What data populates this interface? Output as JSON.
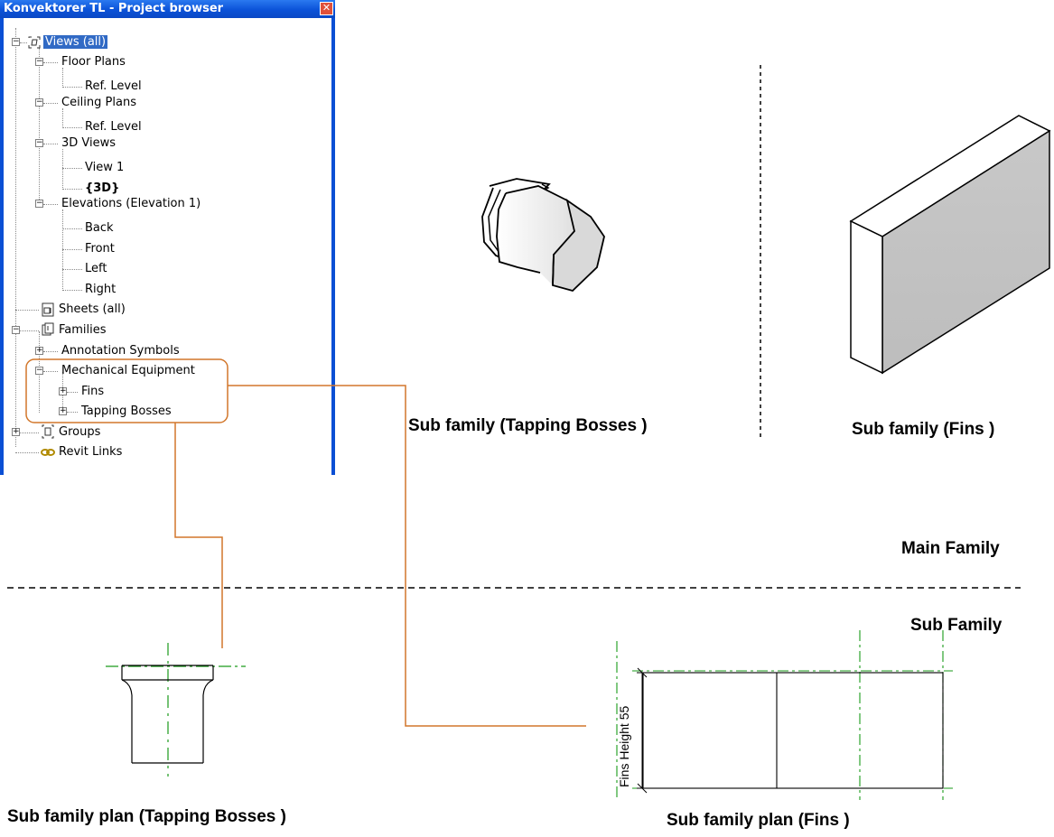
{
  "browser": {
    "title": "Konvektorer TL - Project browser",
    "close_glyph": "✕",
    "tree": {
      "views": "Views (all)",
      "floor_plans": "Floor Plans",
      "floor_ref": "Ref. Level",
      "ceiling_plans": "Ceiling Plans",
      "ceiling_ref": "Ref. Level",
      "views3d": "3D Views",
      "view1": "View 1",
      "view3d": "{3D}",
      "elevations": "Elevations (Elevation 1)",
      "back": "Back",
      "front": "Front",
      "left": "Left",
      "right": "Right",
      "sheets": "Sheets (all)",
      "families": "Families",
      "annotation": "Annotation Symbols",
      "mech": "Mechanical Equipment",
      "fins": "Fins",
      "tapping": "Tapping Bosses",
      "groups": "Groups",
      "revit_links": "Revit Links"
    }
  },
  "labels": {
    "sub_tapping": "Sub family (Tapping Bosses )",
    "sub_fins": "Sub family (Fins )",
    "main_family": "Main Family",
    "sub_family": "Sub Family",
    "plan_tapping": "Sub family plan (Tapping Bosses )",
    "plan_fins": "Sub family plan (Fins )",
    "fins_height": "Fins Height 55"
  },
  "colors": {
    "title_bar": "#0b52d8",
    "selection": "#316ac5",
    "callout": "#d2772b",
    "centerline": "#1a9a1a"
  }
}
